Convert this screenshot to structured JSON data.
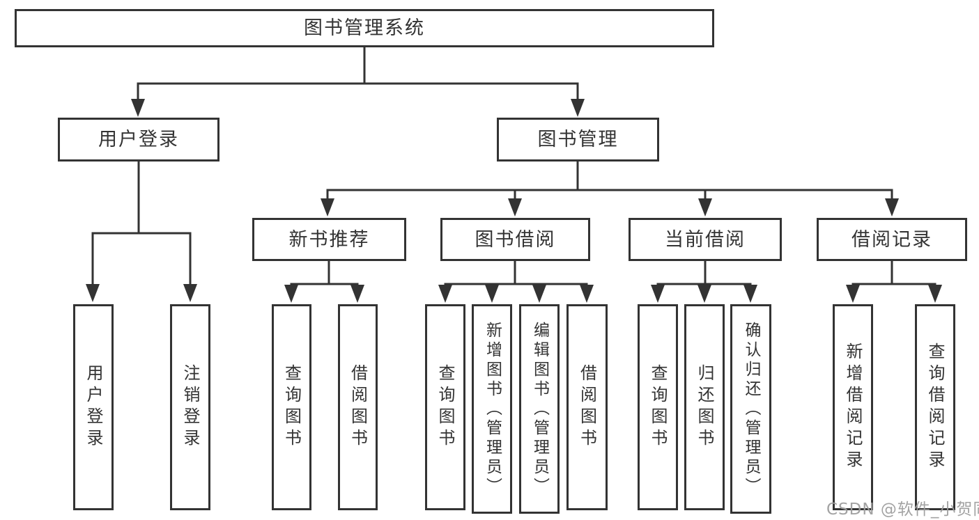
{
  "diagram": {
    "title_node": "图书管理系统",
    "level2": {
      "user_login": "用户登录",
      "book_management": "图书管理"
    },
    "level3": {
      "new_book_recommend": "新书推荐",
      "book_borrow": "图书借阅",
      "current_borrow": "当前借阅",
      "borrow_records": "借阅记录"
    },
    "leaves": {
      "user_login": "用户登录",
      "logout": "注销登录",
      "recommend_query_books": "查询图书",
      "recommend_borrow_books": "借阅图书",
      "borrow_query_books": "查询图书",
      "borrow_add_books_admin": "新增图书（管理员）",
      "borrow_edit_books_admin": "编辑图书（管理员）",
      "borrow_borrow_books": "借阅图书",
      "current_query_books": "查询图书",
      "current_return_books": "归还图书",
      "current_confirm_return_admin": "确认归还（管理员）",
      "records_add_record": "新增借阅记录",
      "records_query_record": "查询借阅记录"
    },
    "colors": {
      "line": "#333333",
      "text": "#333333",
      "background": "#ffffff",
      "watermark": "#9e9e9e"
    }
  },
  "watermark": {
    "text": "CSDN @软件_小贺同学"
  }
}
